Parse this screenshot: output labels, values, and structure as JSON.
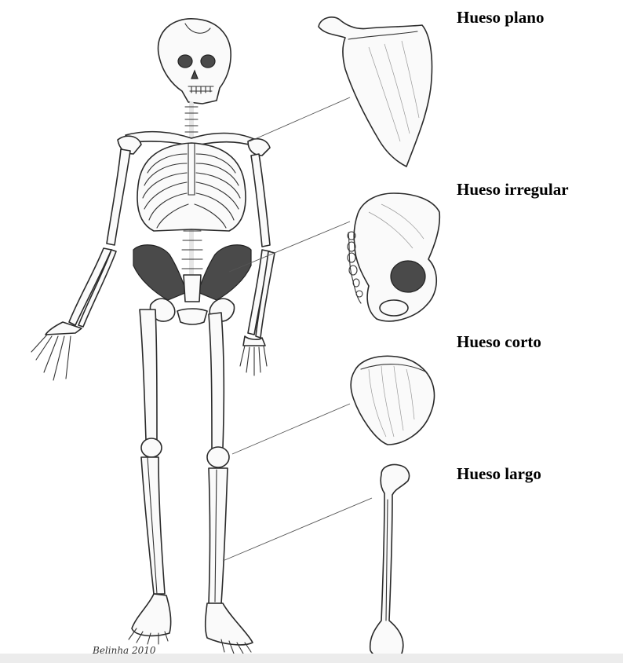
{
  "labels": {
    "flat": "Hueso plano",
    "irregular": "Hueso irregular",
    "short": "Hueso corto",
    "long": "Hueso largo"
  },
  "signature": "Belinha 2010"
}
